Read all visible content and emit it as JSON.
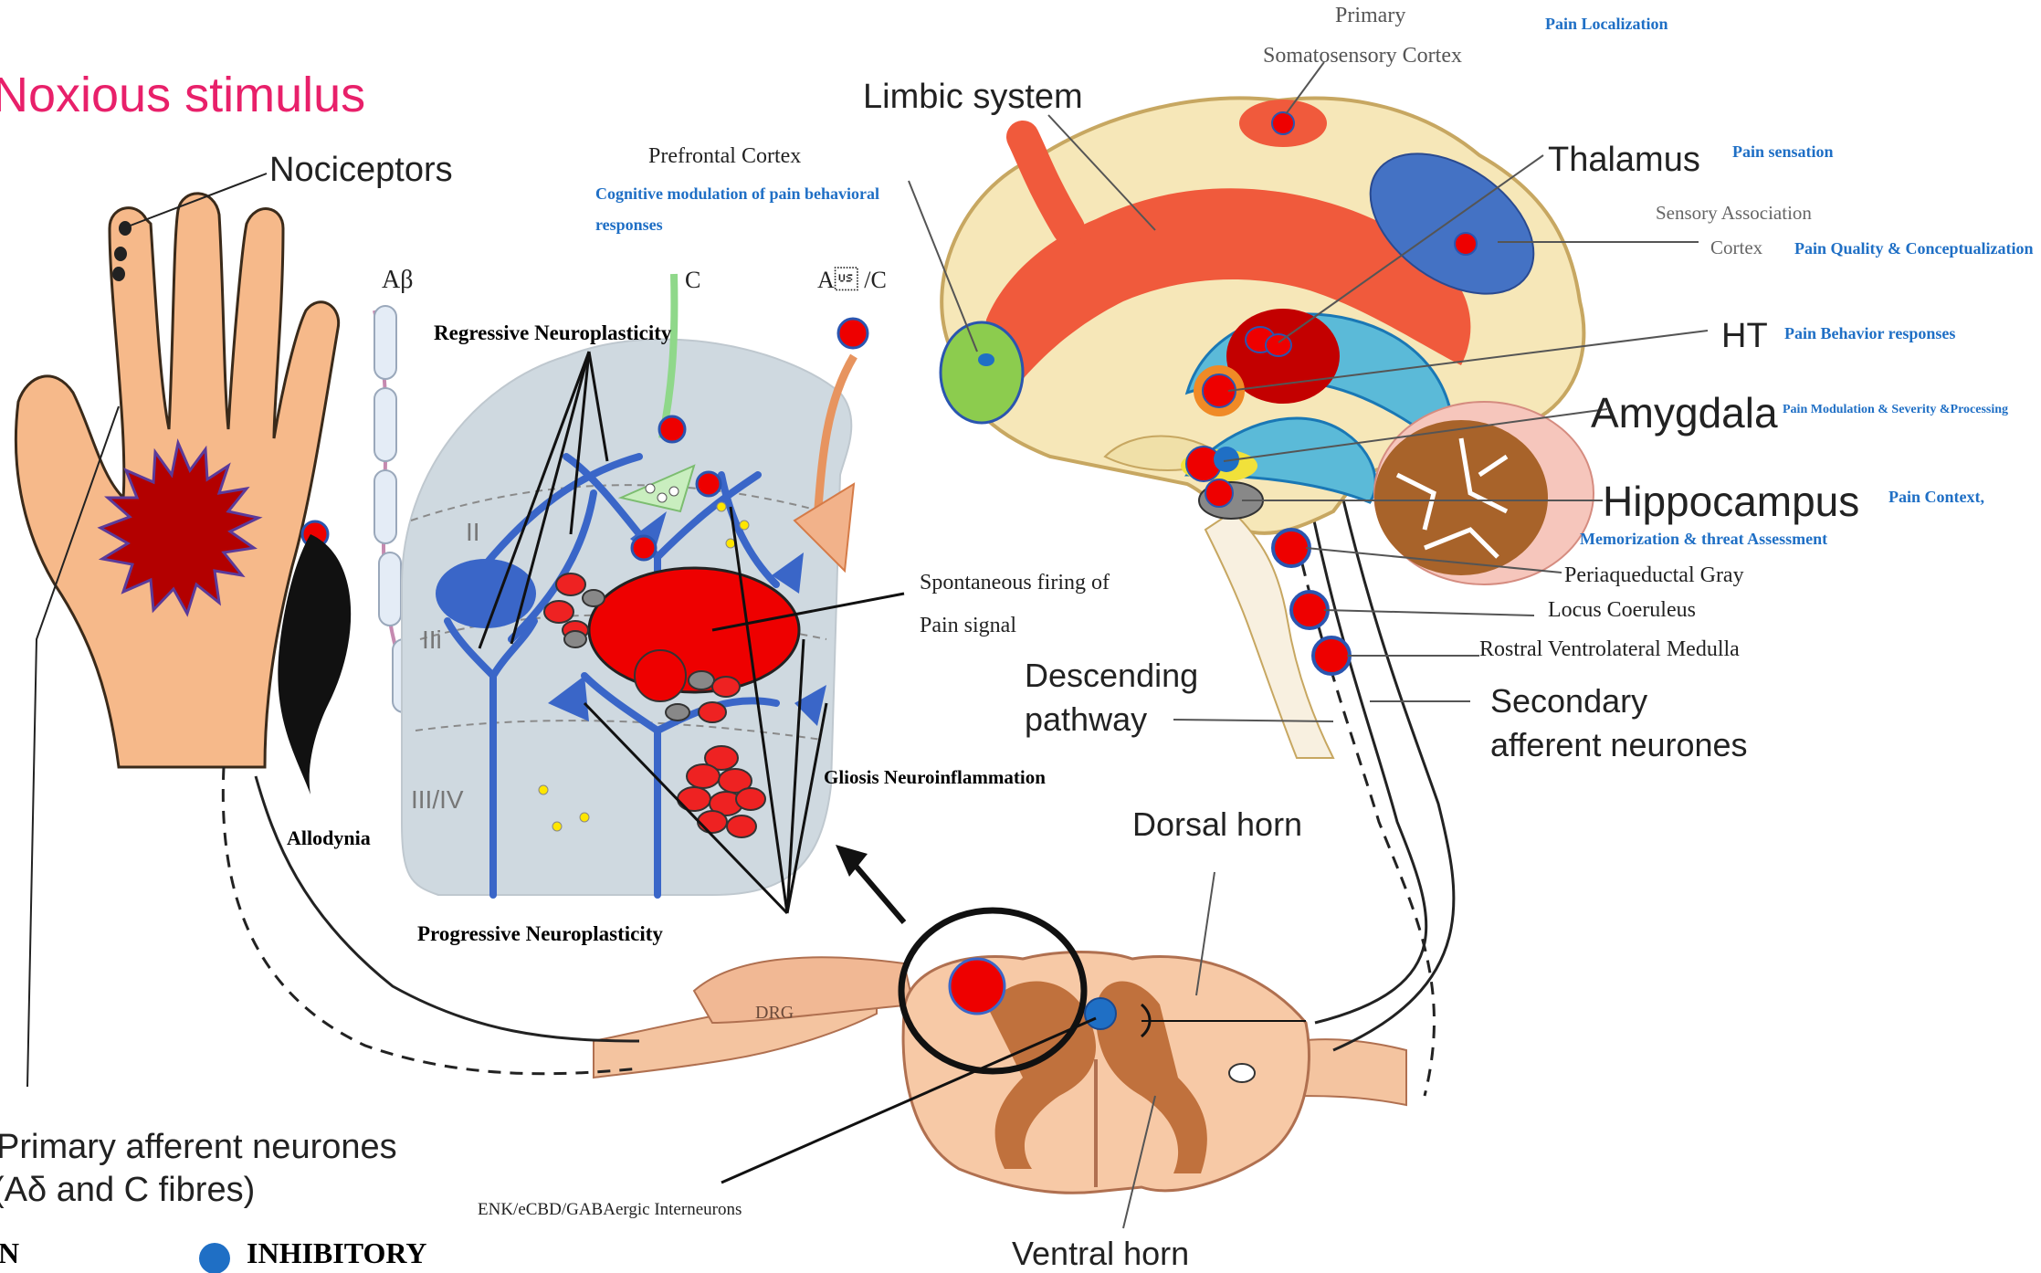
{
  "title": "Noxious stimulus",
  "colors": {
    "excitatory": "#ee0000",
    "inhibitory": "#1f6fc5",
    "cortex": "#f0523c",
    "title_pink": "#e8206a",
    "limbic": "#5bb6d6",
    "green_pfc": "#8ccc4e",
    "cerebellum": "#a8632a"
  },
  "hand": {
    "nociceptors": "Nociceptors",
    "allodynia": "Allodynia",
    "primary_afferent_line1": "Primary afferent neurones",
    "primary_afferent_line2": "(Aδ and C fibres)"
  },
  "dorsal_horn_inset": {
    "fiber_ab": "Aβ",
    "fiber_c": "C",
    "fiber_ad_c": "A\u001f /C",
    "lamina_ii": "II",
    "lamina_iii_short": "IIi",
    "lamina_iii_iv": "III/IV",
    "regressive": "Regressive Neuroplasticity",
    "progressive": "Progressive Neuroplasticity",
    "spontaneous_line1": "Spontaneous firing of",
    "spontaneous_line2": "Pain signal",
    "gliosis": "Gliosis Neuroinflammation"
  },
  "spinal": {
    "drg": "DRG",
    "dorsal_horn": "Dorsal horn",
    "ventral_horn": "Ventral horn",
    "interneurons": "ENK/eCBD/GABAergic Interneurons",
    "descending_line1": "Descending",
    "descending_line2": "pathway",
    "secondary_line1": "Secondary",
    "secondary_line2": "afferent neurones"
  },
  "brain": {
    "limbic_system": "Limbic system",
    "primary_line1": "Primary",
    "primary_line2": "Somatosensory Cortex",
    "pain_localization": "Pain Localization",
    "prefrontal": "Prefrontal Cortex",
    "prefrontal_role_line1": "Cognitive modulation of pain behavioral",
    "prefrontal_role_line2": "responses",
    "thalamus": "Thalamus",
    "thalamus_role": "Pain sensation",
    "sensory_assoc_line1": "Sensory Association",
    "sensory_assoc_line2": "Cortex",
    "sensory_assoc_role": "Pain Quality & Conceptualization",
    "ht": "HT",
    "ht_role": "Pain Behavior responses",
    "amygdala": "Amygdala",
    "amygdala_role": "Pain Modulation & Severity &Processing",
    "hippocampus": "Hippocampus",
    "hippocampus_role_line1": "Pain Context,",
    "hippocampus_role_line2": "Memorization & threat Assessment",
    "pag": "Periaqueductal Gray",
    "lc": "Locus Coeruleus",
    "rvm": "Rostral Ventrolateral Medulla"
  },
  "legend": {
    "excitatory_partial": "N",
    "inhibitory": "INHIBITORY"
  }
}
